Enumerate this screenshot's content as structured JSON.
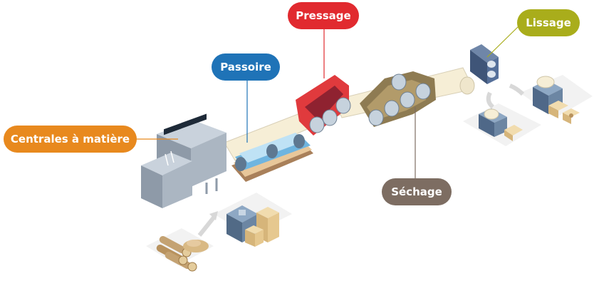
{
  "labels": {
    "centrales": "Centrales à matière",
    "passoire": "Passoire",
    "pressage": "Pressage",
    "lissage": "Lissage",
    "sechage": "Séchage"
  },
  "colors": {
    "centrales": "#e8891e",
    "passoire": "#1f73b7",
    "pressage": "#e12a2f",
    "lissage": "#a9ad1b",
    "sechage": "#7d6d62"
  },
  "icons": {
    "centrales": "material-silo-machine",
    "passoire": "wire-screen-machine",
    "pressage": "press-rollers",
    "sechage": "drying-cylinders",
    "lissage": "calender-rollers",
    "raw": "logs-and-woodchips",
    "pulp": "pulp-mixer-with-boxes",
    "output": "paper-rolls-finishing"
  }
}
